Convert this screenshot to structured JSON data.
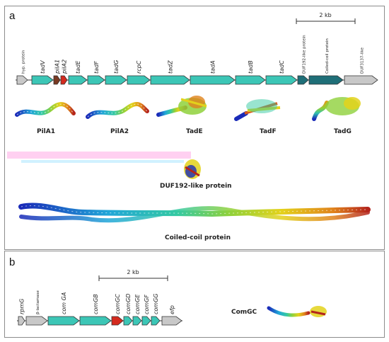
{
  "colors": {
    "teal": "#3cc6b6",
    "dark_teal": "#1f6f78",
    "gray": "#c8c8c8",
    "red": "#d42a1e",
    "brown": "#7a3a22",
    "outline": "#333333"
  },
  "panel_a": {
    "letter": "a",
    "scale_bar_label": "2 kb",
    "genes": [
      {
        "label": "hyp. protein",
        "italic": false,
        "kind": "gray"
      },
      {
        "label": "tadV",
        "italic": true,
        "kind": "teal"
      },
      {
        "label": "pilA1",
        "italic": true,
        "kind": "brown"
      },
      {
        "label": "pilA2",
        "italic": true,
        "kind": "red"
      },
      {
        "label": "tadE",
        "italic": true,
        "kind": "teal"
      },
      {
        "label": "tadF",
        "italic": true,
        "kind": "teal"
      },
      {
        "label": "tadG",
        "italic": true,
        "kind": "teal"
      },
      {
        "label": "rcpC",
        "italic": true,
        "kind": "teal"
      },
      {
        "label": "tadZ",
        "italic": true,
        "kind": "teal"
      },
      {
        "label": "tadA",
        "italic": true,
        "kind": "teal"
      },
      {
        "label": "tadB",
        "italic": true,
        "kind": "teal"
      },
      {
        "label": "tadC",
        "italic": true,
        "kind": "teal"
      },
      {
        "label": "DUF192-like protein",
        "italic": false,
        "kind": "dark_teal"
      },
      {
        "label": "Coiled-coil protein",
        "italic": false,
        "kind": "dark_teal"
      },
      {
        "label": "DUF3137-like",
        "italic": false,
        "kind": "gray"
      }
    ],
    "structures": {
      "pila1": "PilA1",
      "pila2": "PilA2",
      "tade": "TadE",
      "tadf": "TadF",
      "tadg": "TadG",
      "duf192": "DUF192-like protein",
      "coiled": "Coiled-coil protein"
    }
  },
  "panel_b": {
    "letter": "b",
    "scale_bar_label": "2 kb",
    "genes": [
      {
        "label": "rpmG",
        "italic": true,
        "kind": "gray"
      },
      {
        "label": "β-lactamase",
        "italic": false,
        "kind": "gray"
      },
      {
        "label": "com GA",
        "italic": true,
        "kind": "teal"
      },
      {
        "label": "comGB",
        "italic": true,
        "kind": "teal"
      },
      {
        "label": "comGC",
        "italic": true,
        "kind": "red"
      },
      {
        "label": "comGD",
        "italic": true,
        "kind": "teal"
      },
      {
        "label": "comGE",
        "italic": true,
        "kind": "teal"
      },
      {
        "label": "comGF",
        "italic": true,
        "kind": "teal"
      },
      {
        "label": "comGG",
        "italic": true,
        "kind": "teal"
      },
      {
        "label": "efp",
        "italic": true,
        "kind": "gray"
      }
    ],
    "structures": {
      "comgc": "ComGC"
    }
  }
}
